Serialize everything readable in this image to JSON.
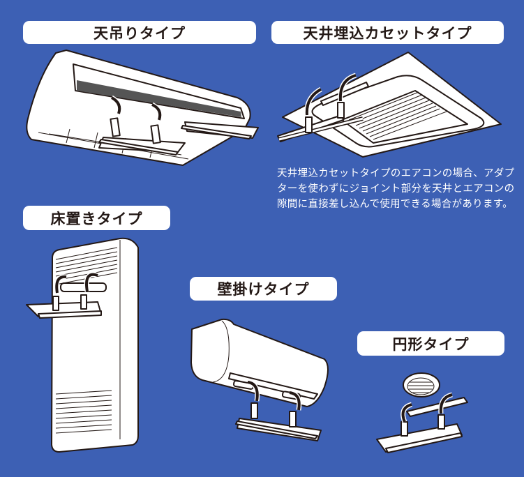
{
  "labels": {
    "ceiling_suspended": "天吊りタイプ",
    "ceiling_cassette": "天井埋込カセットタイプ",
    "floor_standing": "床置きタイプ",
    "wall_mounted": "壁掛けタイプ",
    "round": "円形タイプ"
  },
  "note": "天井埋込カセットタイプのエアコンの場合、アダプターを使わずにジョイント部分を天井とエアコンの隙間に直接差し込んで使用できる場合があります。",
  "colors": {
    "background": "#3d60b4",
    "label_bg": "#ffffff",
    "label_text": "#231815",
    "note_text": "#ffffff"
  }
}
